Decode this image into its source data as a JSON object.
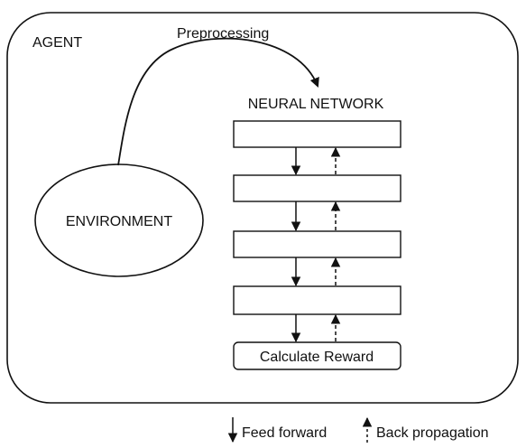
{
  "agent": {
    "label": "AGENT"
  },
  "environment": {
    "label": "ENVIRONMENT"
  },
  "preprocessing": {
    "label": "Preprocessing"
  },
  "network": {
    "title": "NEURAL NETWORK",
    "layers": [
      "",
      "",
      "",
      ""
    ],
    "output_label": "Calculate Reward"
  },
  "legend": {
    "feed_forward": "Feed forward",
    "back_propagation": "Back propagation"
  },
  "colors": {
    "stroke": "#111111",
    "background": "#ffffff"
  }
}
